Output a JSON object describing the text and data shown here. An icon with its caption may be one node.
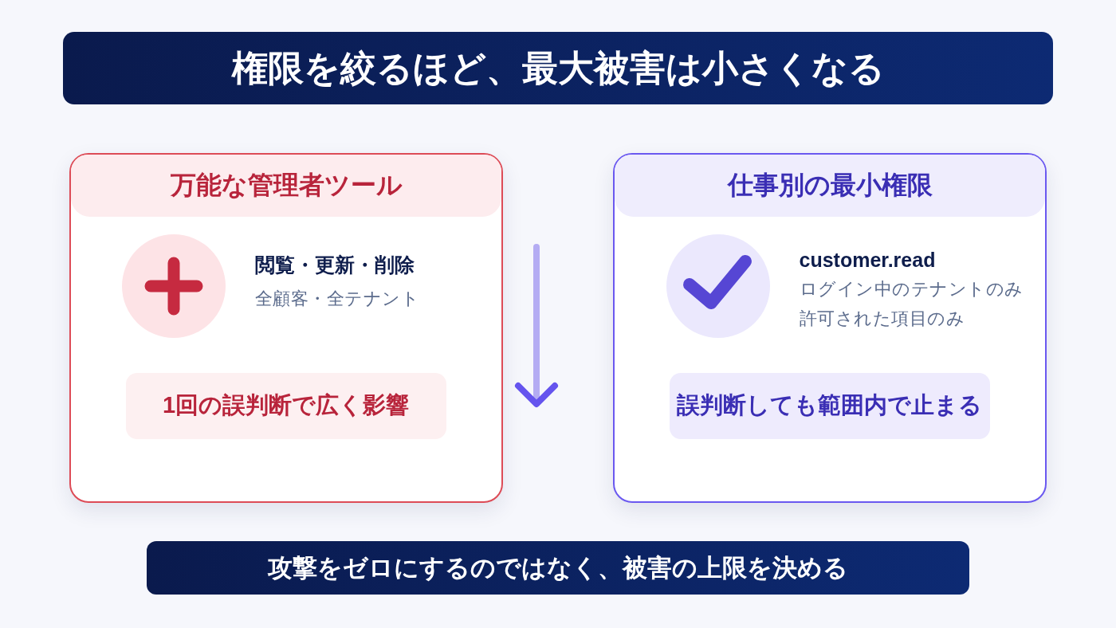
{
  "diagram": {
    "title": "権限を絞るほど、最大被害は小さくなる",
    "nodes": [
      {
        "text": [
          "万能な管理者ツール",
          "閲覧・更新・削除",
          "全顧客・全テナント"
        ]
      },
      {
        "text": [
          "1回の誤判断で広く影響"
        ],
        "in": 0
      },
      {
        "text": [
          "仕事別の最小権限",
          "customer.read",
          "ログイン中のテナントのみ",
          "許可された項目のみ"
        ]
      },
      {
        "text": [
          "誤判断しても範囲内で止まる"
        ],
        "in": 2
      }
    ],
    "caption": "攻撃をゼロにするのではなく、被害の上限を決める"
  }
}
